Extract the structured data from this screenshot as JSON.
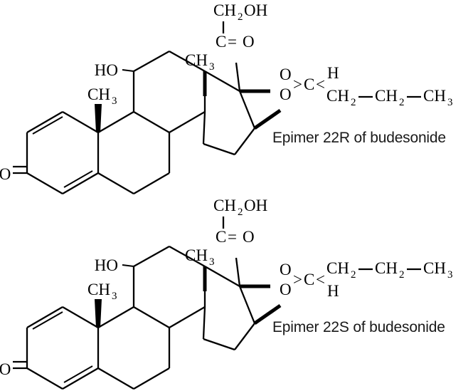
{
  "figure": {
    "title": "Budesonide epimers structural formulas",
    "background_color": "#ffffff",
    "line_color": "#000000"
  },
  "chart_data": {
    "type": "diagram",
    "subtype": "chemical-structure",
    "title": "Budesonide epimers",
    "panels": [
      {
        "id": "epimer-22R",
        "caption": "Epimer 22R of budesonide",
        "position": "top",
        "acetal_upper_substituent": "H",
        "acetal_lower_substituent": "CH2"
      },
      {
        "id": "epimer-22S",
        "caption": "Epimer 22S of budesonide",
        "position": "bottom",
        "acetal_upper_substituent": "CH2",
        "acetal_lower_substituent": "H"
      }
    ],
    "shared_labels": {
      "hydroxymethyl": "CH",
      "hydroxymethyl_sub": "2",
      "hydroxymethyl_tail": "OH",
      "carbonyl_carbon": "C",
      "carbonyl_bond": "=",
      "carbonyl_oxygen": "O",
      "methyl_c13": "CH",
      "methyl_c13_sub": "3",
      "methyl_c10": "CH",
      "methyl_c10_sub": "3",
      "hydroxyl_c11": "HO",
      "ketone_c3": "O",
      "acetal_o_top": "O",
      "acetal_o_bottom": "O",
      "acetal_gt": ">",
      "acetal_c": "C",
      "acetal_lt": "<",
      "h_label": "H",
      "chain_ch2_a": "CH",
      "chain_ch2_a_sub": "2",
      "chain_dash_1": "—",
      "chain_ch2_b": "CH",
      "chain_ch2_b_sub": "2",
      "chain_dash_2": "—",
      "chain_ch3": "CH",
      "chain_ch3_sub": "3"
    }
  },
  "panels": {
    "top": {
      "caption": "Epimer 22R of budesonide",
      "acetal_upper": "H",
      "acetal_lower_base": "CH",
      "acetal_lower_sub": "2"
    },
    "bottom": {
      "caption": "Epimer 22S of budesonide",
      "acetal_upper_base": "CH",
      "acetal_upper_sub": "2",
      "acetal_lower": "H"
    }
  },
  "atoms": {
    "ch2oh_base": "CH",
    "ch2oh_sub": "2",
    "ch2oh_tail": "OH",
    "c_label": "C",
    "eq_label": "=",
    "o_label": "O",
    "ch3_base": "CH",
    "ch3_sub": "3",
    "ho_label": "HO",
    "gt_label": ">",
    "lt_label": "<",
    "h_label": "H",
    "ch2_base": "CH",
    "ch2_sub": "2",
    "dash": "—"
  }
}
